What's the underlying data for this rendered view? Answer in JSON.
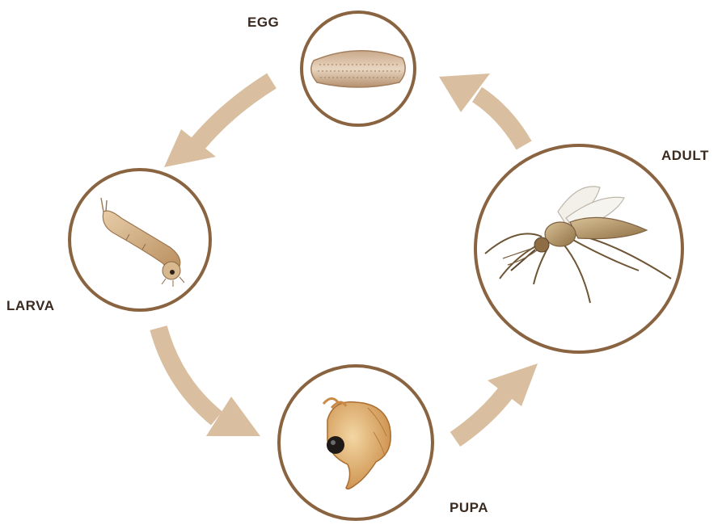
{
  "diagram": {
    "colors": {
      "ring": "#8a6440",
      "arrow": "#d9bfa0",
      "label": "#3b2a1f"
    },
    "stages": [
      {
        "id": "egg",
        "label": "EGG",
        "icon": "egg-icon"
      },
      {
        "id": "larva",
        "label": "LARVA",
        "icon": "larva-icon"
      },
      {
        "id": "pupa",
        "label": "PUPA",
        "icon": "pupa-icon"
      },
      {
        "id": "adult",
        "label": "ADULT",
        "icon": "mosquito-icon"
      }
    ]
  }
}
